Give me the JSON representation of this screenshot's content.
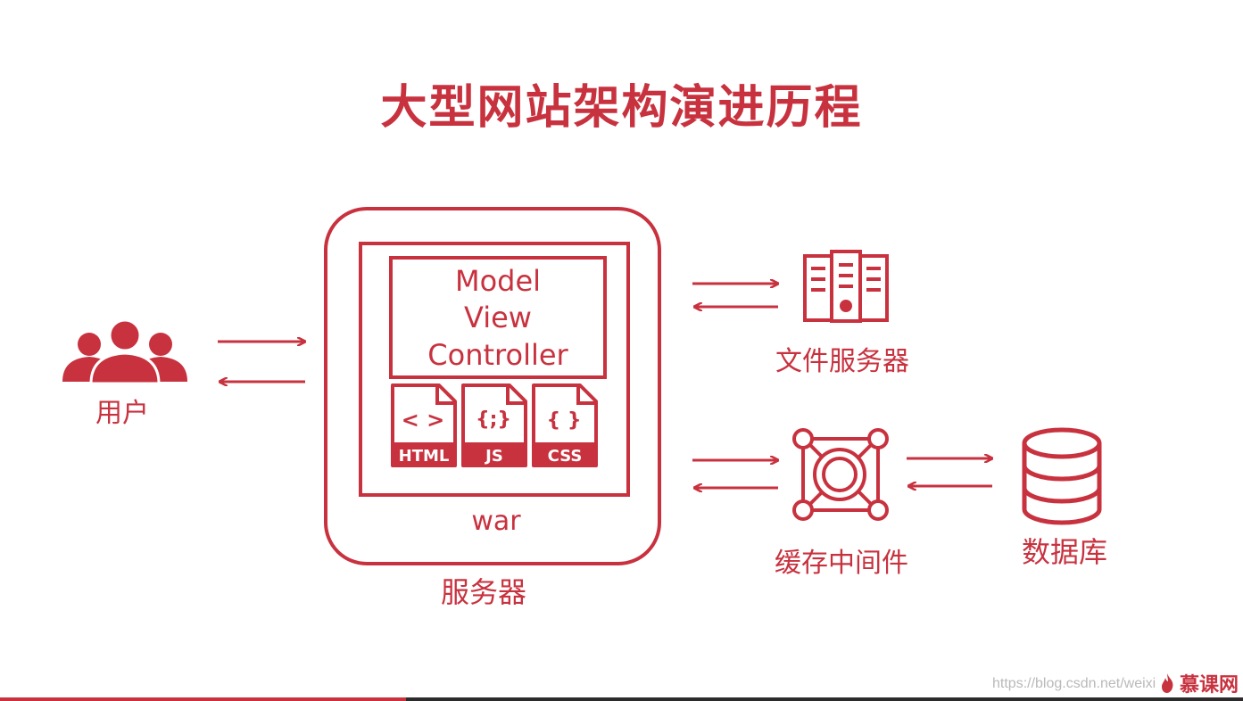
{
  "title": "大型网站架构演进历程",
  "accent_color": "#c8323f",
  "nodes": {
    "user": {
      "label": "用户",
      "icon": "users-icon"
    },
    "server": {
      "label": "服务器",
      "war_label": "war",
      "mvc": [
        "Model",
        "View",
        "Controller"
      ],
      "files": [
        {
          "icon": "html-file-icon",
          "glyph": "< >",
          "label": "HTML"
        },
        {
          "icon": "js-file-icon",
          "glyph": "{;}",
          "label": "JS"
        },
        {
          "icon": "css-file-icon",
          "glyph": "{ }",
          "label": "CSS"
        }
      ]
    },
    "file_server": {
      "label": "文件服务器",
      "icon": "file-server-icon"
    },
    "cache": {
      "label": "缓存中间件",
      "icon": "cache-network-icon"
    },
    "database": {
      "label": "数据库",
      "icon": "database-icon"
    }
  },
  "watermark": "https://blog.csdn.net/weixi",
  "brand": "慕课网"
}
